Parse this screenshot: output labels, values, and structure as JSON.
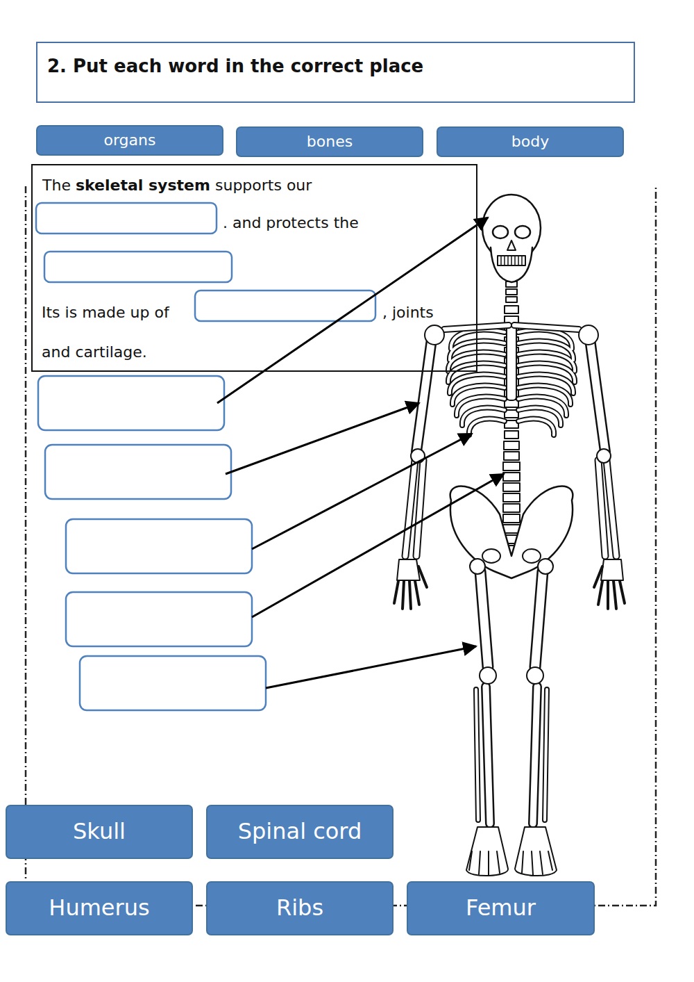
{
  "diagram": {
    "title": "2. Put each word in the correct place",
    "nodes": [
      {
        "text": [
          "organs"
        ]
      },
      {
        "text": [
          "bones"
        ]
      },
      {
        "text": [
          "body"
        ]
      },
      {
        "text": [
          "The",
          "skeletal system",
          "supports our",
          ". and protects the",
          "Its is made up of",
          ", joints",
          "and cartilage."
        ]
      },
      {
        "text": [
          "Skull"
        ]
      },
      {
        "text": [
          "Spinal cord"
        ]
      },
      {
        "text": [
          "Humerus"
        ]
      },
      {
        "text": [
          "Ribs"
        ]
      },
      {
        "text": [
          "Femur"
        ]
      }
    ],
    "edges": []
  }
}
